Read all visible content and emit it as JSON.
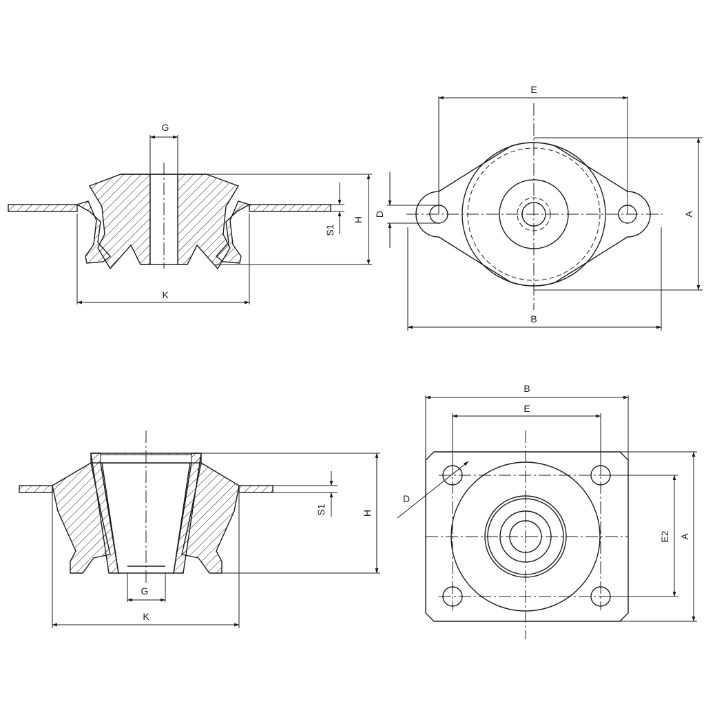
{
  "labels": {
    "view1": {
      "g": "G",
      "h": "H",
      "s1": "S1",
      "k": "K"
    },
    "view2": {
      "e": "E",
      "a": "A",
      "b": "B",
      "d": "D"
    },
    "view3": {
      "g": "G",
      "h": "H",
      "s1": "S1",
      "k": "K"
    },
    "view4": {
      "b": "B",
      "e": "E",
      "a": "A",
      "e2": "E2",
      "d": "D"
    }
  }
}
